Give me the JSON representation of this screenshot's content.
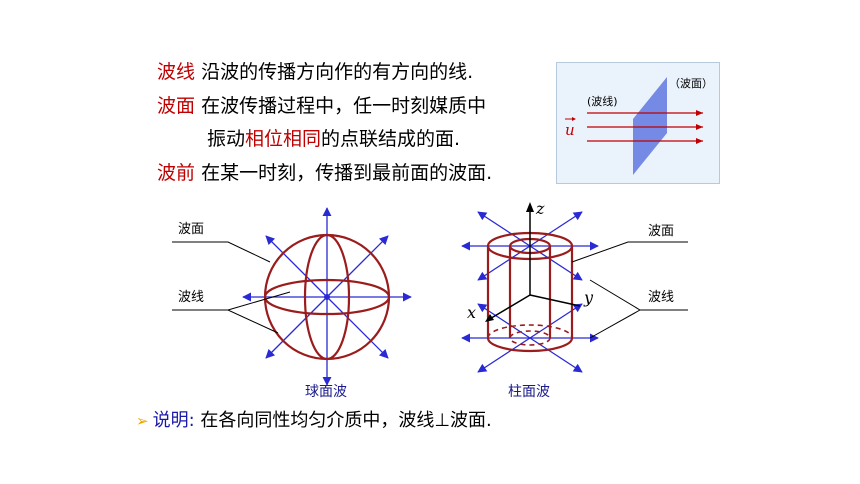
{
  "definitions": [
    {
      "term": "波线",
      "text": "沿波的传播方向作的有方向的线."
    },
    {
      "term": "波面",
      "text": "在波传播过程中，任一时刻媒质中"
    },
    {
      "cont_pre": "振动",
      "cont_hl": "相位相同",
      "cont_post": "的点联结成的面."
    },
    {
      "term": "波前",
      "text": "在某一时刻，传播到最前面的波面."
    }
  ],
  "inset": {
    "wave_surface": "（波面）",
    "wave_line": "(波线)",
    "velocity": "u",
    "bg_color": "#eaf2fb"
  },
  "sphere": {
    "label_surface": "波面",
    "label_line": "波线",
    "caption": "球面波"
  },
  "cylinder": {
    "label_surface": "波面",
    "label_line": "波线",
    "caption": "柱面波",
    "axis_z": "z",
    "axis_x": "x",
    "axis_y": "y"
  },
  "note": {
    "marker": "➢",
    "key": "说明:",
    "text": " 在各向同性均匀介质中，波线⊥波面."
  },
  "colors": {
    "term": "#c00000",
    "wave_curve": "#9b1c1c",
    "ray": "#2a2ad4",
    "note_key": "#1a1aa8"
  }
}
